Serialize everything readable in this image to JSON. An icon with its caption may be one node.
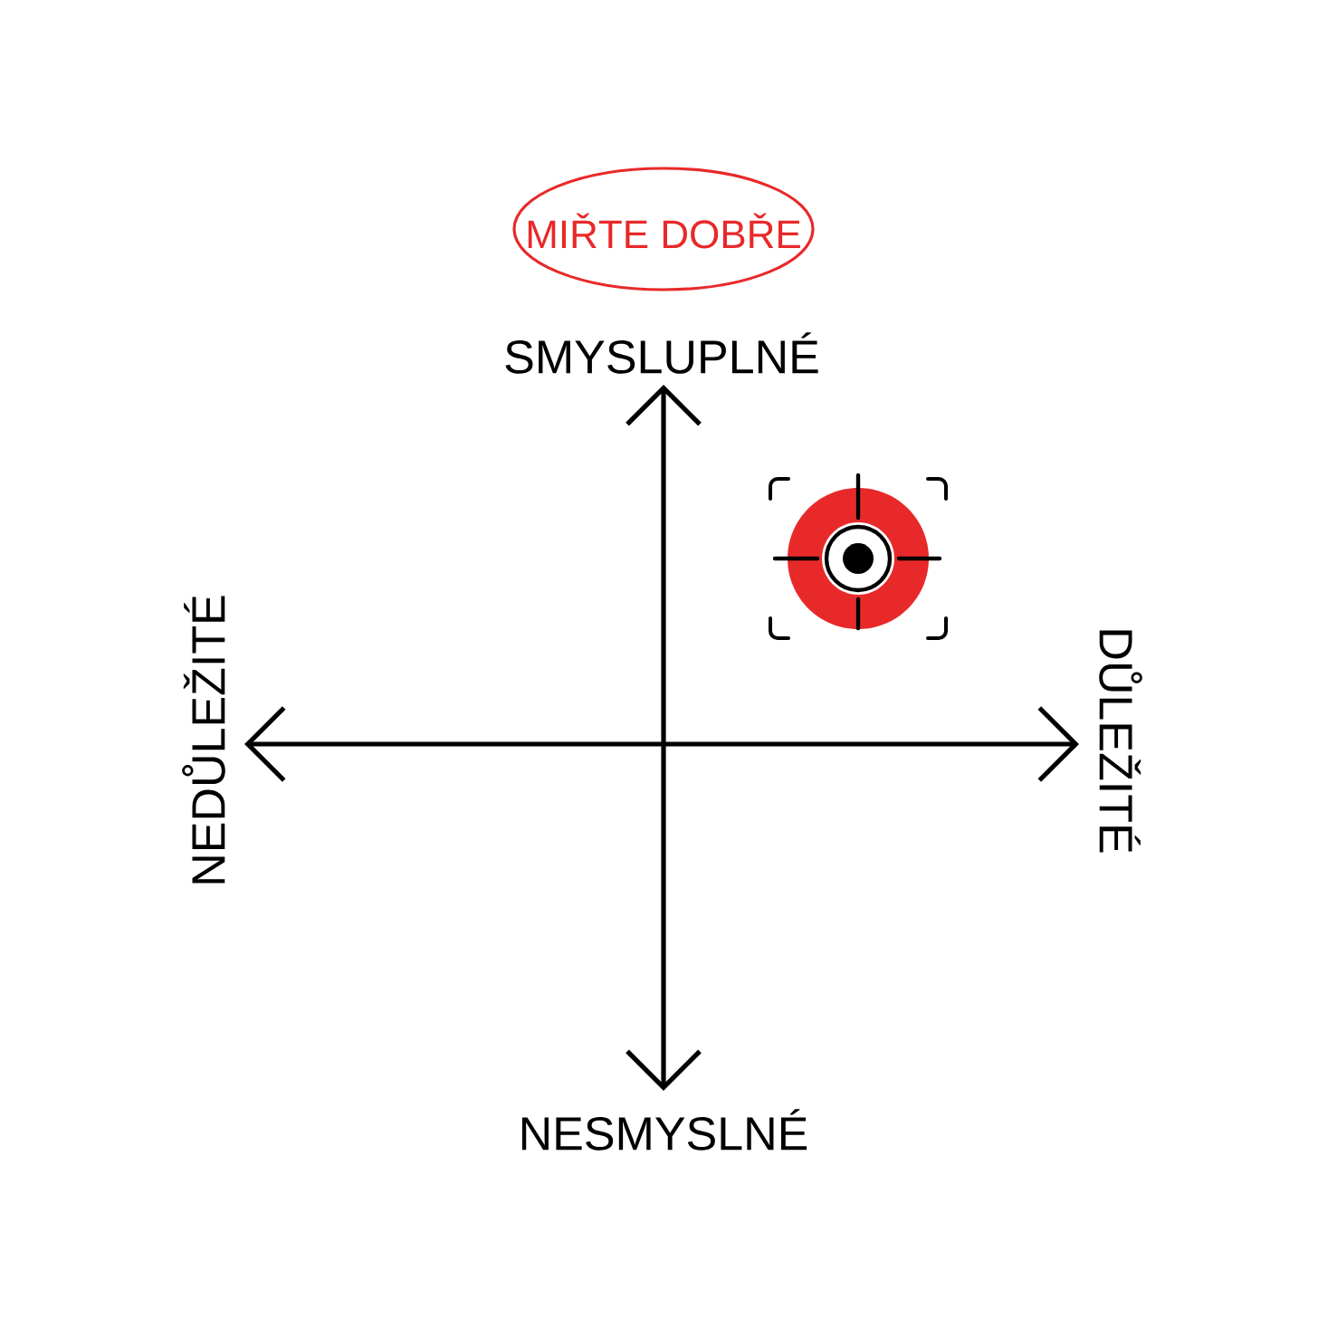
{
  "diagram": {
    "title": "MIŘTE DOBŘE",
    "labels": [
      "SMYSLUPLNÉ",
      "NEDŮLEŽITÉ",
      "DŮLEŽITÉ",
      "NESMYSLNÉ"
    ]
  }
}
